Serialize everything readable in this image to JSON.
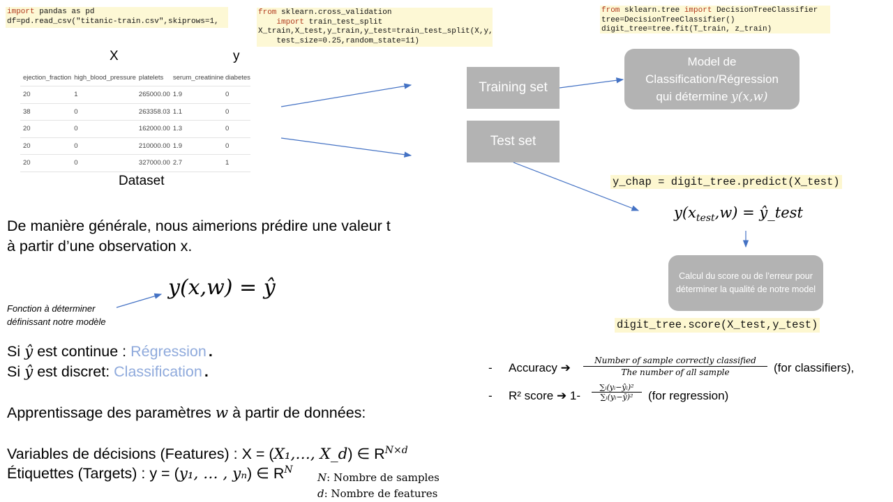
{
  "code_blocks": {
    "pandas": {
      "line1_kw": "import",
      "line1_rest": " pandas as pd",
      "line2": "df=pd.read_csv(\"titanic-train.csv\",skiprows=1,"
    },
    "split": {
      "line1_kw1": "from",
      "line1_rest1": " sklearn.cross_validation",
      "line2_kw": "    import",
      "line2_rest": " train_test_split",
      "line3": "X_train,X_test,y_train,y_test=train_test_split(X,y,",
      "line4": "    test_size=0.25,random_state=11)"
    },
    "tree": {
      "line1_kw1": "from",
      "line1_mid": " sklearn.tree ",
      "line1_kw2": "import",
      "line1_rest": " DecisionTreeClassifier",
      "line2": "tree=DecisionTreeClassifier()",
      "line3": "digit_tree=tree.fit(T_train, z_train)"
    },
    "predict": "y_chap = digit_tree.predict(X_test)",
    "score": "digit_tree.score(X_test,y_test)"
  },
  "dataset": {
    "x_label": "X",
    "y_label": "y",
    "caption": "Dataset",
    "x_columns": [
      "ejection_fraction",
      "high_blood_pressure",
      "platelets",
      "serum_creatinine"
    ],
    "x_rows": [
      [
        "20",
        "1",
        "265000.00",
        "1.9"
      ],
      [
        "38",
        "0",
        "263358.03",
        "1.1"
      ],
      [
        "20",
        "0",
        "162000.00",
        "1.3"
      ],
      [
        "20",
        "0",
        "210000.00",
        "1.9"
      ],
      [
        "20",
        "0",
        "327000.00",
        "2.7"
      ]
    ],
    "y_column": "diabetes",
    "y_rows": [
      "0",
      "0",
      "0",
      "0",
      "1"
    ]
  },
  "flow": {
    "training_set": "Training set",
    "test_set": "Test set",
    "model_line1": "Model de",
    "model_line2": "Classification/Régression",
    "model_line3": "qui détermine ",
    "model_math": "y(x,w)",
    "prediction_math_left": "y(x",
    "prediction_math_sub": "test",
    "prediction_math_right": ",w) = ŷ_test",
    "score_box": "Calcul du score ou de l’erreur pour déterminer  la qualité de notre model"
  },
  "metrics": {
    "accuracy_dash": "-",
    "accuracy_label": "Accuracy ➔",
    "accuracy_num": "Number of sample correctly classified",
    "accuracy_den": "The number of all sample",
    "accuracy_suffix": "(for classifiers),",
    "r2_dash": "-",
    "r2_label": "R² score ➔ 1-",
    "r2_num": "∑ᵢ(yᵢ−ŷᵢ)²",
    "r2_den": "∑ᵢ(yᵢ−ȳ)²",
    "r2_suffix": "(for regression)"
  },
  "text": {
    "intro_line1": "De manière générale, nous aimerions prédire une valeur t",
    "intro_line2": "à partir d’une observation x.",
    "formula": "y(x,w) = ŷ",
    "note_line1": "Fonction à déterminer",
    "note_line2": "définissant notre modèle",
    "si1_a": "Si ",
    "si1_hat": "ŷ",
    "si1_b": " est continue : ",
    "si1_blue": "Régression",
    "si1_dot": ".",
    "si2_a": "Si ",
    "si2_hat": "ŷ",
    "si2_b": " est discret: ",
    "si2_blue": "Classification",
    "si2_dot": ".",
    "learn_a": "Apprentissage des paramètres ",
    "learn_w": "w",
    "learn_b": " à partir de données:",
    "features_a": "Variables de décisions (Features) : X = (",
    "features_math": "X₁,…, X_d",
    "features_b": ") ∈  R",
    "features_sup": "N×d",
    "targets_a": "Étiquettes (Targets) : y = (",
    "targets_math": "y₁, … , yₙ",
    "targets_b": ") ∈  R",
    "targets_sup": "N",
    "legend_n_sym": "N",
    "legend_n": ": Nombre de samples",
    "legend_d_sym": "d",
    "legend_d": ": Nombre de features"
  },
  "colors": {
    "accent_blue": "#8faadc",
    "arrow_blue": "#4472c4",
    "box_grey": "#b3b3b3",
    "code_bg": "#fdf8d5"
  }
}
